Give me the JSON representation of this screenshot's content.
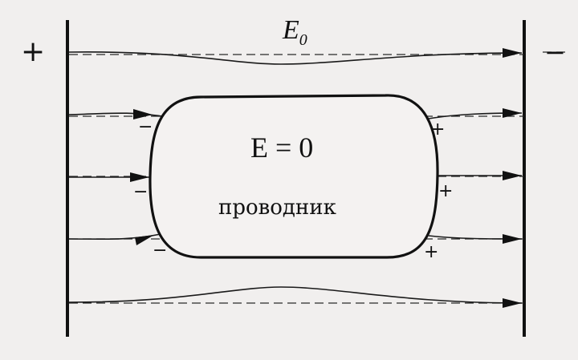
{
  "labels": {
    "field_symbol": "E",
    "field_subscript": "0",
    "inside_field": "E = 0",
    "conductor_name": "проводник",
    "outer_plus": "+",
    "outer_minus": "−"
  },
  "charges": {
    "left": [
      "−",
      "−",
      "−"
    ],
    "right": [
      "+",
      "+",
      "+"
    ]
  },
  "colors": {
    "ink": "#111111",
    "paper": "#f1efee"
  }
}
